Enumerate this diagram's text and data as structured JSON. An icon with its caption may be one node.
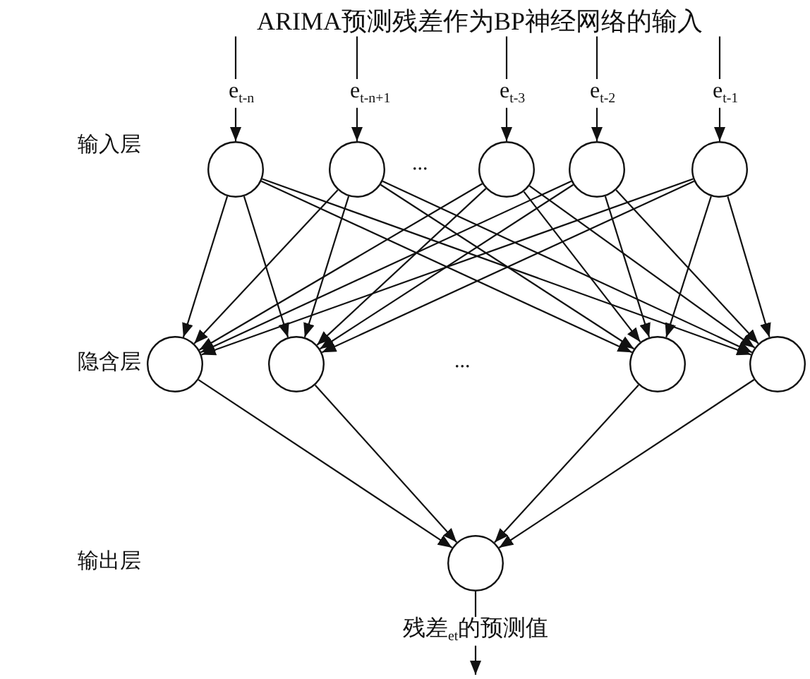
{
  "diagram": {
    "nodes": [
      {
        "text": [
          "ARIMA预测残差作为BP神经网络的输入"
        ]
      },
      {
        "text": [
          "e$_{t-n}$"
        ]
      },
      {
        "text": [
          "e$_{t-n+1}$"
        ]
      },
      {
        "text": [
          "e$_{t-3}$"
        ]
      },
      {
        "text": [
          "e$_{t-2}$"
        ]
      },
      {
        "text": [
          "e$_{t-1}$"
        ]
      },
      {
        "text": [],
        "shape": "circle"
      },
      {
        "text": [],
        "shape": "circle"
      },
      {
        "text": [],
        "shape": "circle"
      },
      {
        "text": [],
        "shape": "circle"
      },
      {
        "text": [],
        "shape": "circle"
      },
      {
        "text": [],
        "shape": "circle"
      },
      {
        "text": [],
        "shape": "circle"
      },
      {
        "text": [],
        "shape": "circle"
      },
      {
        "text": [],
        "shape": "circle"
      },
      {
        "text": [],
        "shape": "circle"
      },
      {
        "text": [
          "残差$_{et}$的预测值"
        ]
      }
    ],
    "edges": [
      {
        "from": 0,
        "to": 1,
        "arrow": "none"
      },
      {
        "from": 0,
        "to": 2,
        "arrow": "none"
      },
      {
        "from": 0,
        "to": 3,
        "arrow": "none"
      },
      {
        "from": 0,
        "to": 4,
        "arrow": "none"
      },
      {
        "from": 0,
        "to": 5,
        "arrow": "none"
      },
      {
        "from": 1,
        "to": 6,
        "arrow": "to"
      },
      {
        "from": 2,
        "to": 7,
        "arrow": "to"
      },
      {
        "from": 3,
        "to": 8,
        "arrow": "to"
      },
      {
        "from": 4,
        "to": 9,
        "arrow": "to"
      },
      {
        "from": 5,
        "to": 10,
        "arrow": "to"
      },
      {
        "from": 6,
        "to": 11,
        "arrow": "to"
      },
      {
        "from": 6,
        "to": 12,
        "arrow": "to"
      },
      {
        "from": 6,
        "to": 13,
        "arrow": "to"
      },
      {
        "from": 6,
        "to": 14,
        "arrow": "to"
      },
      {
        "from": 7,
        "to": 11,
        "arrow": "to"
      },
      {
        "from": 7,
        "to": 12,
        "arrow": "to"
      },
      {
        "from": 7,
        "to": 13,
        "arrow": "to"
      },
      {
        "from": 7,
        "to": 14,
        "arrow": "to"
      },
      {
        "from": 8,
        "to": 11,
        "arrow": "to"
      },
      {
        "from": 8,
        "to": 12,
        "arrow": "to"
      },
      {
        "from": 8,
        "to": 13,
        "arrow": "to"
      },
      {
        "from": 8,
        "to": 14,
        "arrow": "to"
      },
      {
        "from": 9,
        "to": 11,
        "arrow": "to"
      },
      {
        "from": 9,
        "to": 12,
        "arrow": "to"
      },
      {
        "from": 9,
        "to": 13,
        "arrow": "to"
      },
      {
        "from": 9,
        "to": 14,
        "arrow": "to"
      },
      {
        "from": 10,
        "to": 11,
        "arrow": "to"
      },
      {
        "from": 10,
        "to": 12,
        "arrow": "to"
      },
      {
        "from": 10,
        "to": 13,
        "arrow": "to"
      },
      {
        "from": 10,
        "to": 14,
        "arrow": "to"
      },
      {
        "from": 11,
        "to": 15,
        "arrow": "to"
      },
      {
        "from": 12,
        "to": 15,
        "arrow": "to"
      },
      {
        "from": 13,
        "to": 15,
        "arrow": "to"
      },
      {
        "from": 14,
        "to": 15,
        "arrow": "to"
      },
      {
        "from": 15,
        "to": 16,
        "arrow": "none"
      },
      {
        "from": 16,
        "to": null,
        "arrow": "to"
      }
    ],
    "labels": [
      "输入层",
      "...",
      "隐含层",
      "...",
      "输出层"
    ]
  }
}
